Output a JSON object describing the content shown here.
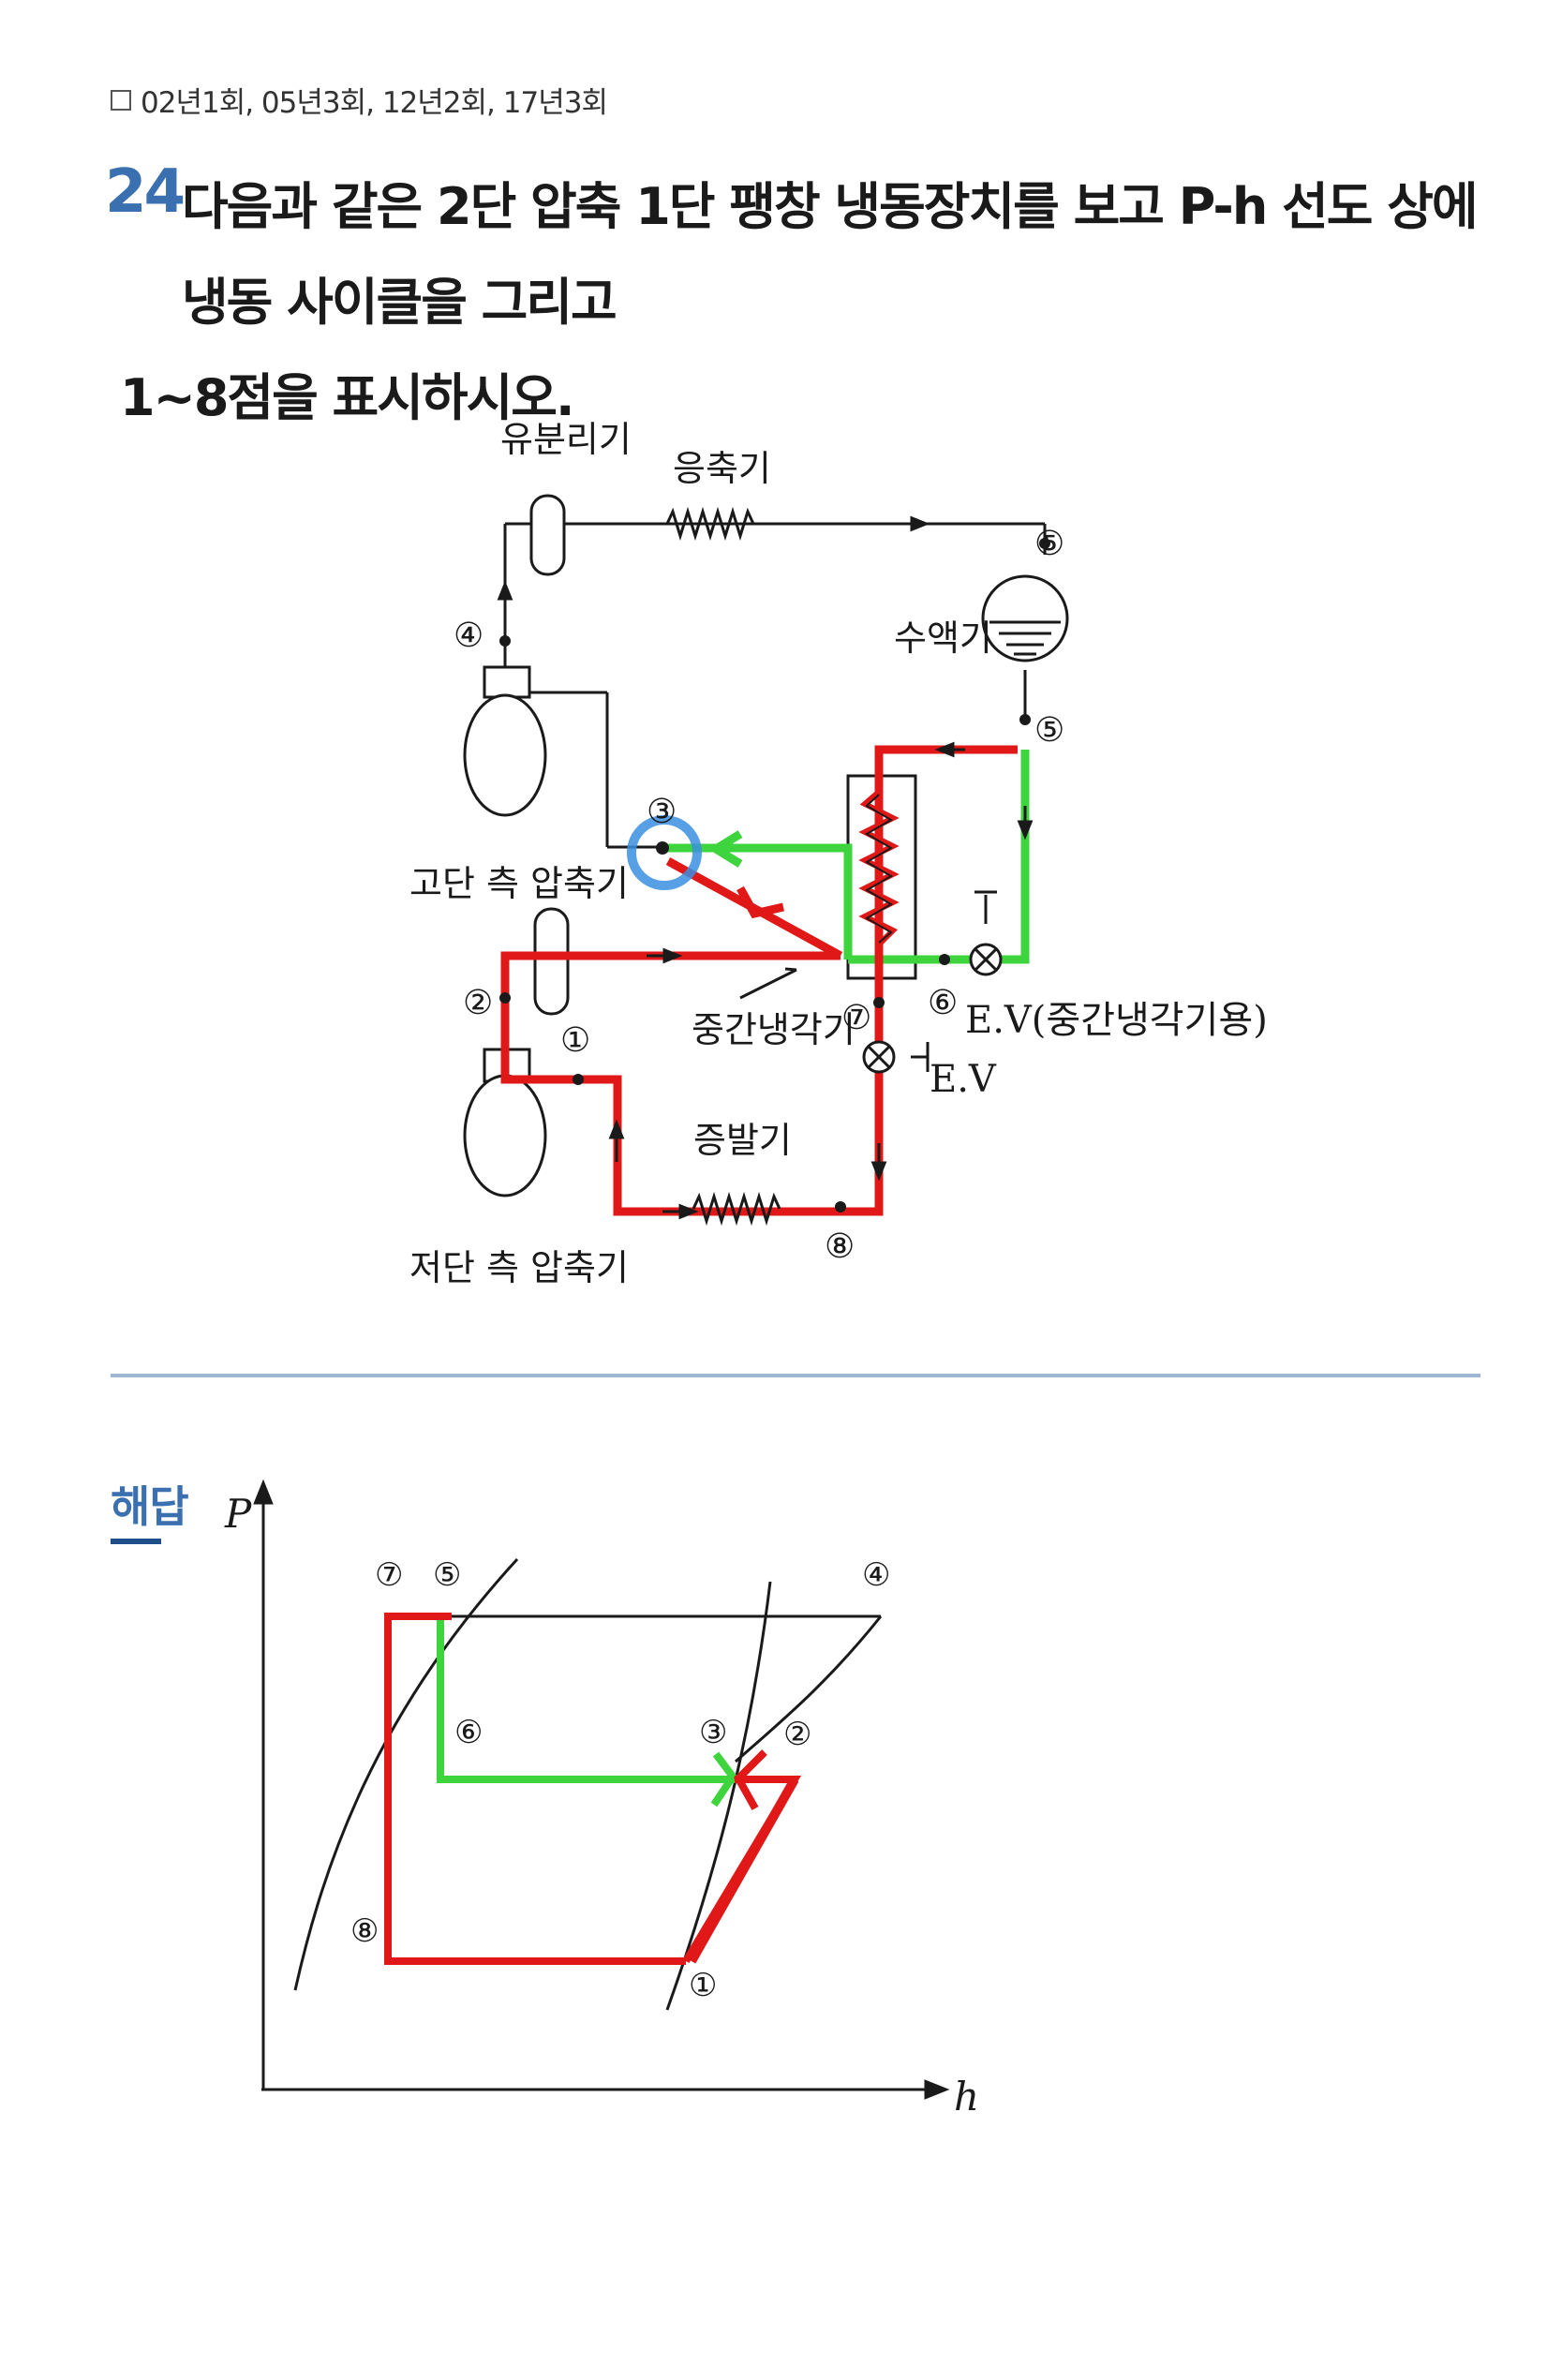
{
  "header": {
    "exam_history": "02년1회, 05년3회, 12년2회, 17년3회"
  },
  "question": {
    "number": "24",
    "text_line1": "다음과 같은 2단 압축 1단 팽창 냉동장치를 보고 P-h 선도 상에 냉동 사이클을 그리고",
    "text_line2": "1~8점을 표시하시오."
  },
  "diagram": {
    "labels": {
      "oil_separator": "유분리기",
      "condenser": "응축기",
      "receiver": "수액기",
      "high_stage_compressor": "고단 측 압축기",
      "low_stage_compressor": "저단 측 압축기",
      "intercooler": "중간냉각기",
      "evaporator": "증발기",
      "ev_intercooler": "E.V(중간냉각기용)",
      "ev": "E.V"
    },
    "points": {
      "p1": "①",
      "p2": "②",
      "p3": "③",
      "p4": "④",
      "p5a": "⑤",
      "p5b": "⑤",
      "p6": "⑥",
      "p7": "⑦",
      "p8": "⑧"
    },
    "colors": {
      "red": "#e01818",
      "green": "#3ed43e",
      "blue": "#3a8fe0",
      "line": "#1a1a1a"
    }
  },
  "answer": {
    "label": "해답"
  },
  "ph_chart": {
    "axis_p": "P",
    "axis_h": "h",
    "points": {
      "p7": "⑦",
      "p5": "⑤",
      "p4": "④",
      "p6": "⑥",
      "p3": "③",
      "p2": "②",
      "p8": "⑧",
      "p1": "①"
    }
  }
}
